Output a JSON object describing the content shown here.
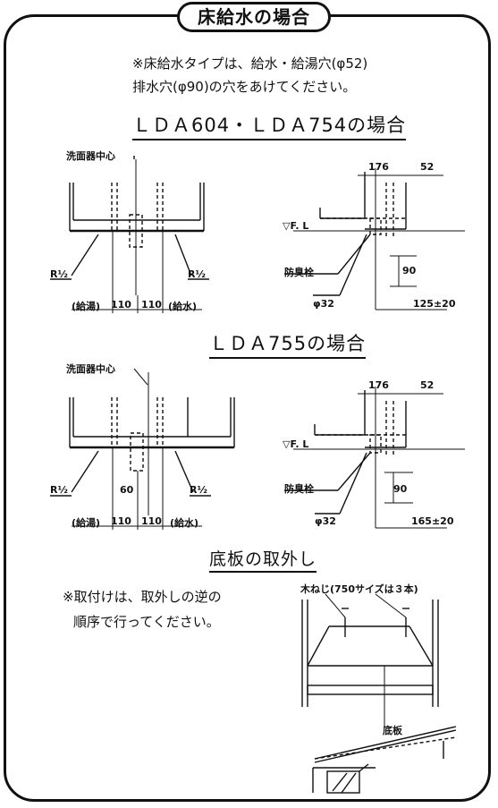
{
  "title": "床給水の場合",
  "note": {
    "line1": "※床給水タイプは、給水・給湯穴(φ52)",
    "line2": "排水穴(φ90)の穴をあけてください。"
  },
  "section1": {
    "heading": "ＬＤＡ604・ＬＤＡ754の場合",
    "center_label": "洗面器中心",
    "r_left": "R½",
    "r_right": "R½",
    "hot": "(給湯)",
    "cold": "(給水)",
    "d110a": "110",
    "d110b": "110",
    "d176": "176",
    "d52": "52",
    "fl": "▽F. L",
    "trap": "防臭栓",
    "d90": "90",
    "d32": "φ32",
    "d125": "125±20"
  },
  "section2": {
    "heading": "ＬＤＡ755の場合",
    "center_label": "洗面器中心",
    "r_left": "R½",
    "r_right": "R½",
    "d60": "60",
    "hot": "(給湯)",
    "cold": "(給水)",
    "d110a": "110",
    "d110b": "110",
    "d176": "176",
    "d52": "52",
    "fl": "▽F. L",
    "trap": "防臭栓",
    "d90": "90",
    "d32": "φ32",
    "d165": "165±20"
  },
  "section3": {
    "heading": "底板の取外し",
    "note1": "※取付けは、取外しの逆の",
    "note2": "順序で行ってください。",
    "screw": "木ねじ(750サイズは３本)",
    "board": "底板"
  }
}
